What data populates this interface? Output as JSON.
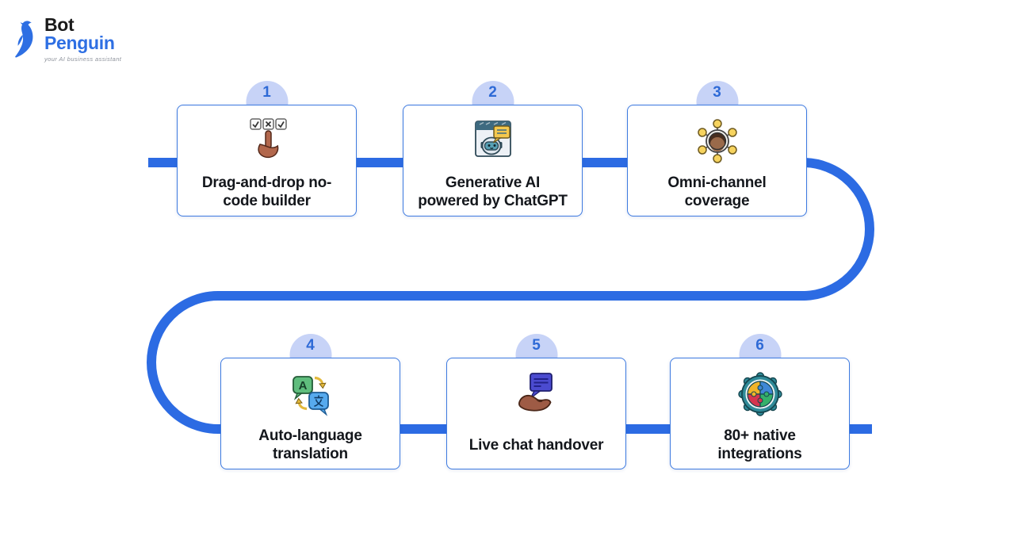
{
  "logo": {
    "bot": "Bot",
    "penguin": "Penguin",
    "tagline": "your AI business assistant",
    "icon": "penguin-logo-icon",
    "bot_color": "#1a1a1a",
    "penguin_color": "#2e6fe3"
  },
  "flow": {
    "path_color": "#2c6be3",
    "card_border_color": "#3d7ae0",
    "badge_bg_color": "#c7d3f7",
    "badge_text_color": "#2e6ad6",
    "label_text_color": "#14171c",
    "steps": [
      {
        "number": "1",
        "label": "Drag-and-drop no-code builder",
        "label_lines": [
          "Drag-and-drop no-",
          "code builder"
        ],
        "icon": "checkbox-tap-icon"
      },
      {
        "number": "2",
        "label": "Generative AI powered by ChatGPT",
        "label_lines": [
          "Generative AI",
          "powered by ChatGPT"
        ],
        "icon": "ai-chatbot-window-icon"
      },
      {
        "number": "3",
        "label": "Omni-channel coverage",
        "label_lines": [
          "Omni-channel",
          "coverage"
        ],
        "icon": "user-network-icon"
      },
      {
        "number": "4",
        "label": "Auto-language translation",
        "label_lines": [
          "Auto-language",
          "translation"
        ],
        "icon": "language-translation-icon"
      },
      {
        "number": "5",
        "label": "Live chat handover",
        "label_lines": [
          "Live chat handover"
        ],
        "icon": "chat-handover-hand-icon"
      },
      {
        "number": "6",
        "label": "80+ native integrations",
        "label_lines": [
          "80+ native",
          "integrations"
        ],
        "icon": "puzzle-gear-icon"
      }
    ]
  }
}
